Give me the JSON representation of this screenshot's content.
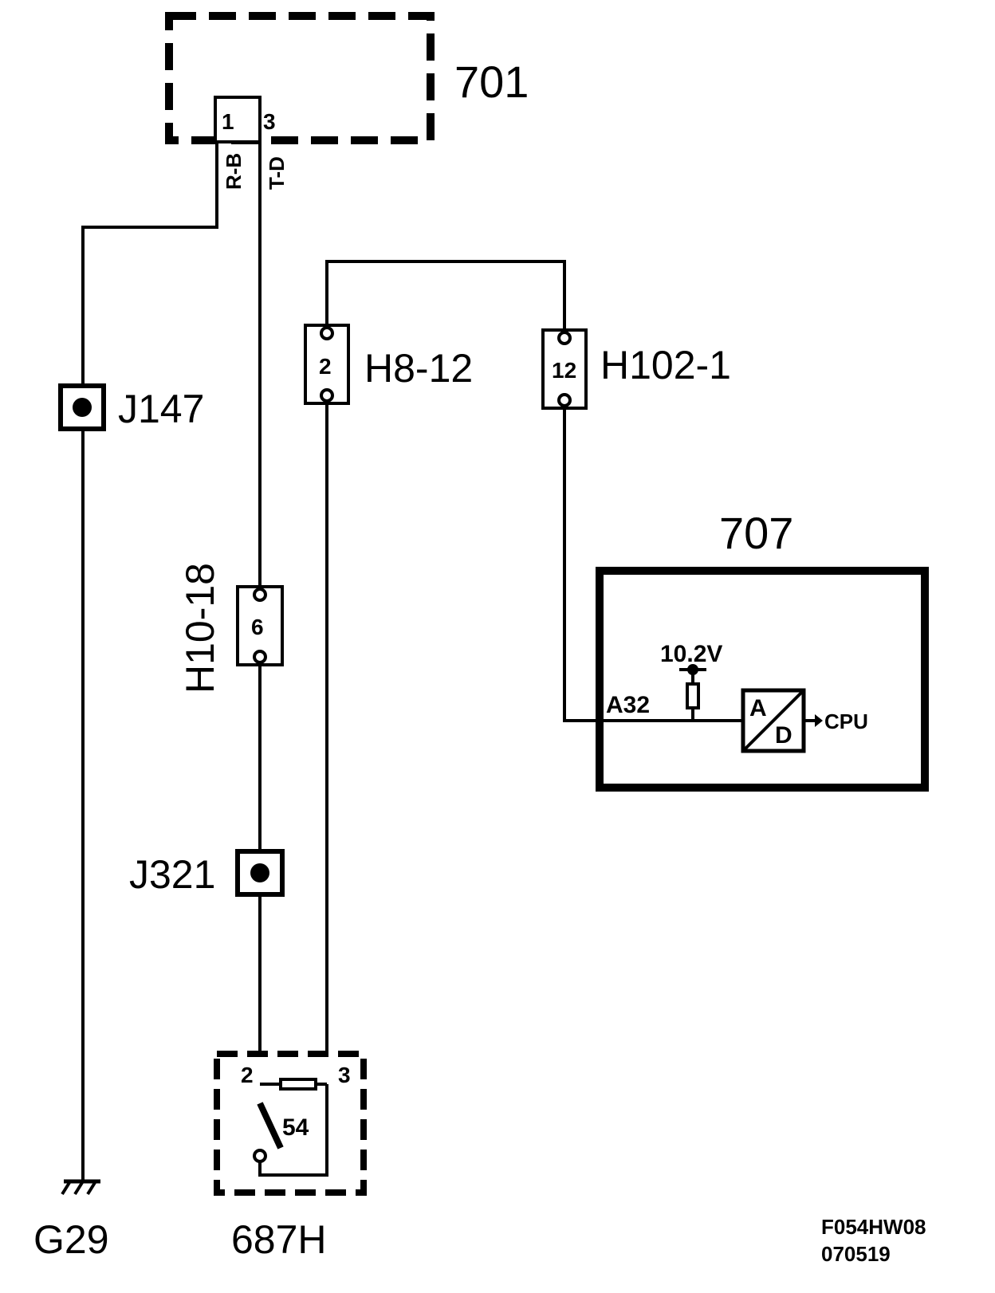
{
  "components": {
    "module_701": {
      "label": "701",
      "pin_left": "1",
      "pin_right": "3",
      "wire_left": "R-B",
      "wire_right": "T-D"
    },
    "junction_j147": {
      "label": "J147"
    },
    "connector_h8_12": {
      "label": "H8-12",
      "pin": "2"
    },
    "connector_h102_1": {
      "label": "H102-1",
      "pin": "12"
    },
    "connector_h10_18": {
      "label": "H10-18",
      "pin": "6"
    },
    "module_707": {
      "label": "707",
      "voltage": "10.2V",
      "input_pin": "A32",
      "adc_top": "A",
      "adc_bottom": "D",
      "output": "CPU"
    },
    "junction_j321": {
      "label": "J321"
    },
    "relay_687h": {
      "label": "687H",
      "pin_left": "2",
      "pin_right": "3",
      "relay_number": "54"
    },
    "ground_g29": {
      "label": "G29"
    }
  },
  "footer": {
    "code": "F054HW08",
    "date": "070519"
  },
  "colors": {
    "line": "#000000",
    "background": "#ffffff"
  }
}
